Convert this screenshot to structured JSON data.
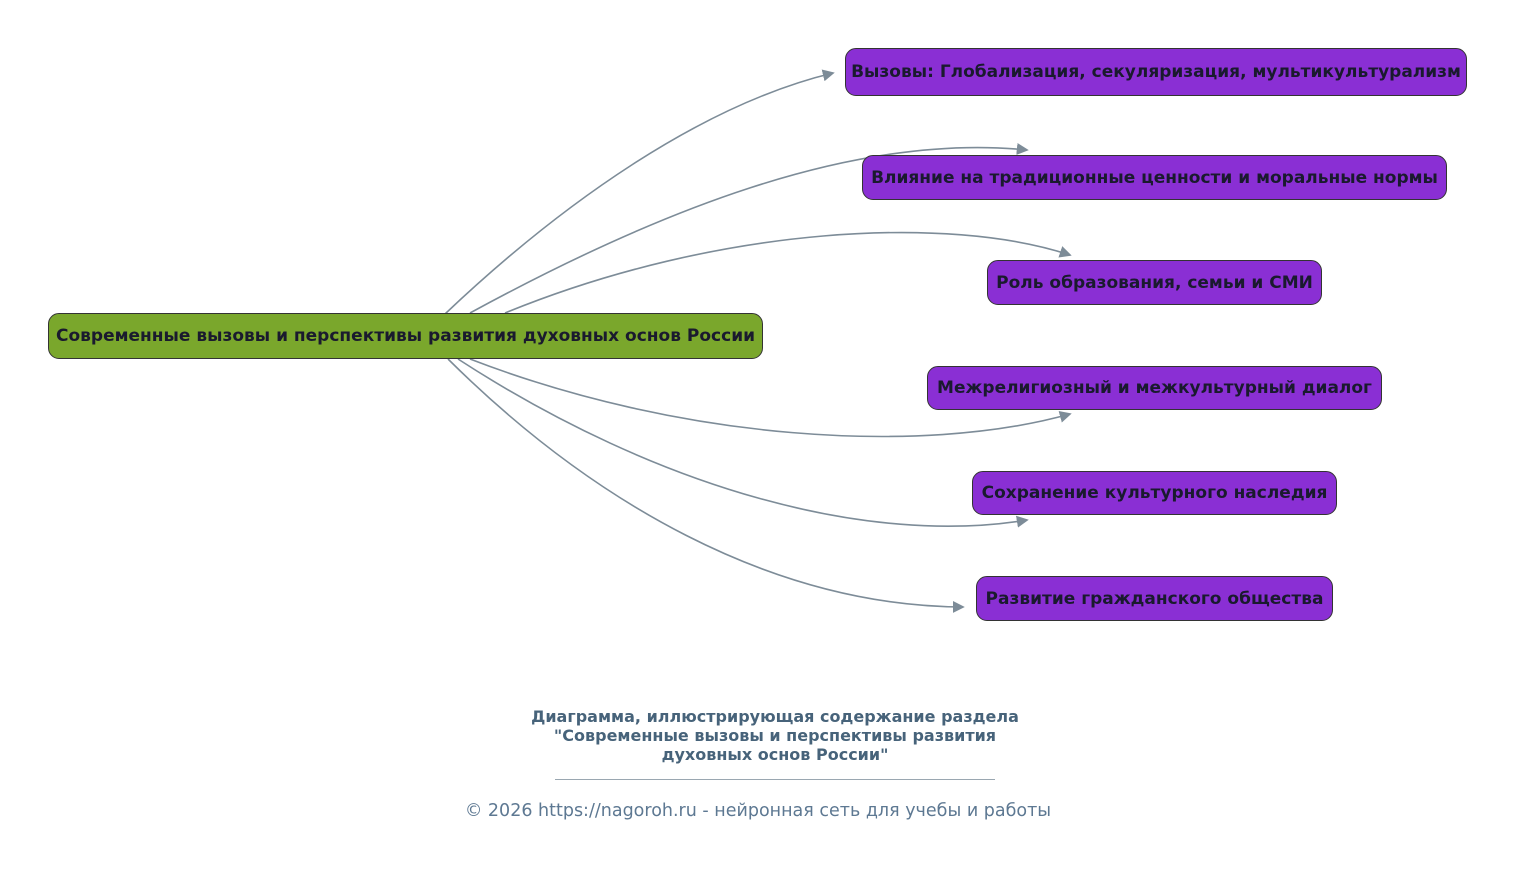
{
  "diagram": {
    "root": {
      "label": "Современные вызовы и перспективы развития духовных основ России"
    },
    "nodes": [
      {
        "label": "Вызовы: Глобализация, секуляризация, мультикультурализм"
      },
      {
        "label": "Влияние на традиционные ценности и моральные нормы"
      },
      {
        "label": "Роль образования, семьи и СМИ"
      },
      {
        "label": "Межрелигиозный и межкультурный диалог"
      },
      {
        "label": "Сохранение культурного наследия"
      },
      {
        "label": "Развитие гражданского общества"
      }
    ]
  },
  "caption": {
    "text": "Диаграмма, иллюстрирующая содержание раздела\n\"Современные вызовы и перспективы развития\nдуховных основ России\""
  },
  "footer": {
    "text": "© 2026 https://nagoroh.ru - нейронная сеть для учебы и работы"
  },
  "colors": {
    "root_fill": "#7aa72c",
    "node_fill": "#8a2fd4",
    "node_border": "#333333",
    "node_text": "#1a1a2e",
    "arrow": "#7d8c98",
    "caption": "#47637a",
    "footer": "#5d7892"
  }
}
